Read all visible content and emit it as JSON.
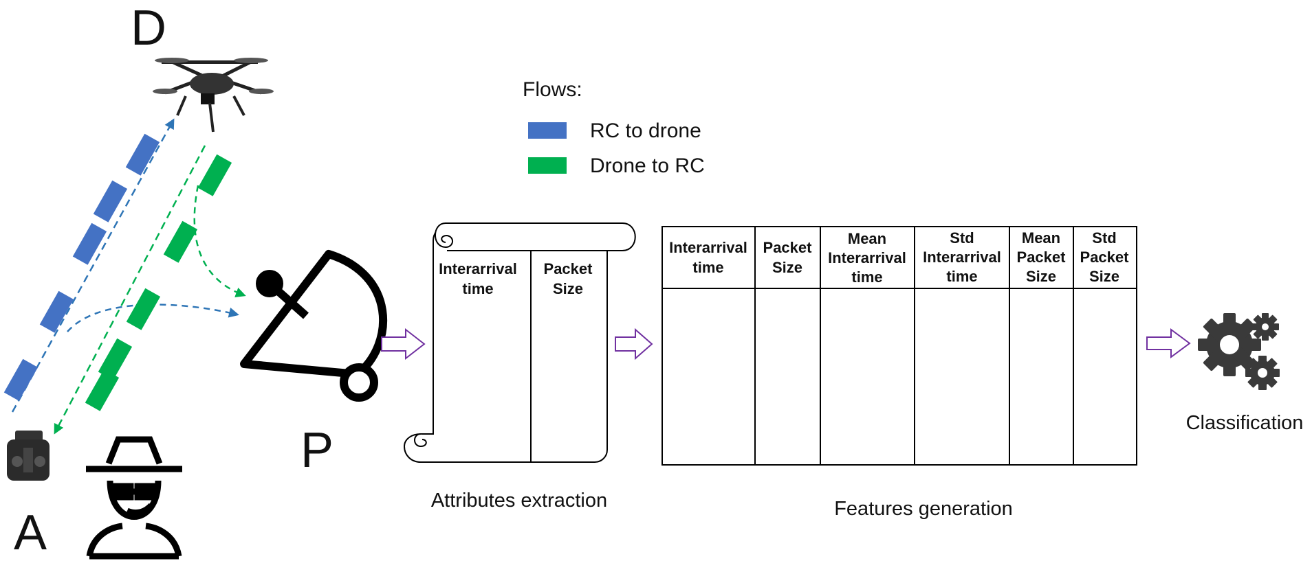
{
  "nodes": {
    "drone": {
      "letter": "D",
      "icon": "drone-icon"
    },
    "controller": {
      "letter": "A",
      "icon": "remote-controller-icon"
    },
    "attacker": {
      "icon": "spy-attacker-icon"
    },
    "sniffer": {
      "letter": "P",
      "icon": "satellite-dish-icon"
    }
  },
  "legend": {
    "title": "Flows:",
    "items": [
      {
        "label": "RC to drone",
        "color": "#4472C4"
      },
      {
        "label": "Drone to RC",
        "color": "#00B050"
      }
    ]
  },
  "extraction": {
    "caption": "Attributes extraction",
    "columns": [
      {
        "line1": "Interarrival",
        "line2": "time"
      },
      {
        "line1": "Packet",
        "line2": "Size"
      }
    ]
  },
  "features": {
    "caption": "Features generation",
    "columns": [
      {
        "lines": [
          "Interarrival",
          "time"
        ]
      },
      {
        "lines": [
          "Packet",
          "Size"
        ]
      },
      {
        "lines": [
          "Mean",
          "Interarrival",
          "time"
        ]
      },
      {
        "lines": [
          "Std",
          "Interarrival",
          "time"
        ]
      },
      {
        "lines": [
          "Mean",
          "Packet",
          "Size"
        ]
      },
      {
        "lines": [
          "Std",
          "Packet",
          "Size"
        ]
      }
    ]
  },
  "classification": {
    "caption": "Classification",
    "icon": "gears-icon"
  },
  "colors": {
    "rc_to_drone": "#4472C4",
    "drone_to_rc": "#00B050",
    "arrow_outline": "#7030A0"
  }
}
